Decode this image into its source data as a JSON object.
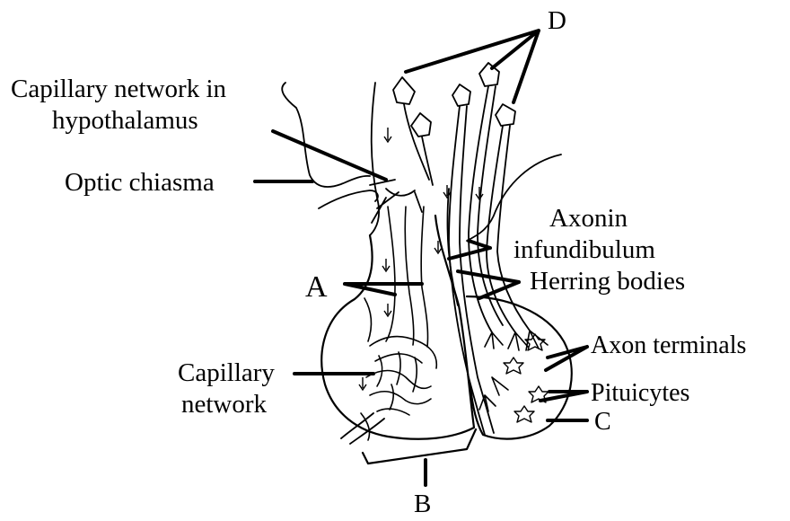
{
  "labels": {
    "capillary_hypothalamus_line1": "Capillary network in",
    "capillary_hypothalamus_line2": "hypothalamus",
    "optic_chiasma": "Optic chiasma",
    "a": "A",
    "capillary_network_line1": "Capillary",
    "capillary_network_line2": "network",
    "b": "B",
    "d": "D",
    "axon_infundibulum_line1": "Axonin",
    "axon_infundibulum_line2": "infundibulum",
    "herring_bodies": "Herring bodies",
    "axon_terminals": "Axon terminals",
    "pituicytes": "Pituicytes",
    "c": "C"
  },
  "colors": {
    "ink": "#000000",
    "background": "#ffffff"
  }
}
